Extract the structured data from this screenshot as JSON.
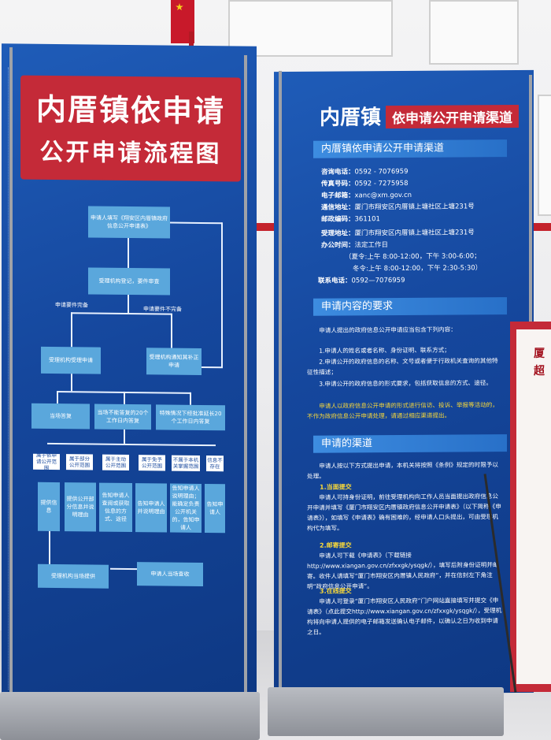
{
  "left_banner": {
    "title_line1": "内厝镇依申请",
    "title_line2": "公开申请流程图",
    "flow": {
      "step1": "申请人填写《翔安区内厝镇政府信息公开申请表》",
      "step2": "受理机构登记，要件审查",
      "branch_ok": "申请要件完备",
      "branch_bad": "申请要件不完备",
      "step3a": "受理机构受理申请",
      "step3b": "受理机构通知其补正申请",
      "reply1": "当场答复",
      "reply2": "当场不能答复的20个工作日内答复",
      "reply3": "特殊情况下经批准延长20个工作日内答复",
      "cats": [
        "属于依申请公开范围",
        "属于部分公开范围",
        "属于主动公开范围",
        "属于免予公开范围",
        "不属于本机关掌握范围",
        "信息不存在"
      ],
      "results": [
        "提供信息",
        "提供公开部分信息并说明理由",
        "告知申请人查阅或获取信息的方式、途径",
        "告知申请人并说明理由",
        "告知申请人说明理由；能确定负责公开机关的，告知申请人",
        "告知申请人"
      ],
      "final1": "受理机构当场提供",
      "final2": "申请人当场查收"
    }
  },
  "right_banner": {
    "header_black": "内厝镇",
    "header_red": "依申请公开申请渠道",
    "section1": "内厝镇依申请公开申请渠道",
    "info": [
      {
        "key": "咨询电话：",
        "val": "0592 - 7076959"
      },
      {
        "key": "传真号码：",
        "val": "0592 - 7275958"
      },
      {
        "key": "电子邮箱：",
        "val": "xanc@xm.gov.cn"
      },
      {
        "key": "通信地址：",
        "val": "厦门市翔安区内厝镇上塘社区上塘231号"
      },
      {
        "key": "邮政编码：",
        "val": "361101"
      },
      {
        "key": "受理地址：",
        "val": "厦门市翔安区内厝镇上塘社区上塘231号"
      },
      {
        "key": "办公时间：",
        "val": "法定工作日"
      }
    ],
    "hours1": "（夏令:上午 8:00-12:00，下午  3:00-6:00；",
    "hours2": "冬令:上午 8:00-12:00，下午  2:30-5:30）",
    "contact_key": "联系电话：",
    "contact_val": "0592—7076959",
    "section2": "申请内容的要求",
    "req_intro": "申请人提出的政府信息公开申请应当包含下列内容：",
    "req1": "1.申请人的姓名或者名称、身份证明、联系方式；",
    "req2": "2.申请公开的政府信息的名称、文号或者便于行政机关查询的其他特征性描述；",
    "req3": "3.申请公开的政府信息的形式要求，包括获取信息的方式、途径。",
    "req_warn": "申请人以政府信息公开申请的形式进行信访、投诉、举报等活动的，不作为政府信息公开申请处理，请通过相应渠道提出。",
    "section3": "申请的渠道",
    "ch_intro": "申请人按以下方式提出申请，本机关将按照《条例》规定的时限予以处理。",
    "ch1_title": "1.当面提交",
    "ch1_text": "申请人可持身份证明，前往受理机构向工作人员当面提出政府信息公开申请并填写《厦门市翔安区内厝镇政府信息公开申请表》（以下简称《申请表》），如填写《申请表》确有困难的，经申请人口头提出，可由受理机构代为填写。",
    "ch2_title": "2.邮寄提交",
    "ch2_text": "申请人可下载《申请表》（下载链接http://www.xiangan.gov.cn/zfxxgk/ysqgk/），填写后附身份证明并邮寄。收件人请填写“厦门市翔安区内厝镇人民政府”，并在信封左下角注明“政府信息公开申请”。",
    "ch3_title": "3.在线提交",
    "ch3_text": "申请人可登录“厦门市翔安区人民政府”门户网站直接填写并提交《申请表》（点此提交http://www.xiangan.gov.cn/zfxxgk/ysqgk/），受理机构将向申请人提供的电子邮箱发送确认电子邮件，以确认之日为收到申请之日。"
  },
  "edge_banner": {
    "line1": "厦",
    "line2": "超"
  },
  "colors": {
    "banner_blue": "#15479d",
    "title_red": "#c42a38",
    "flow_box": "#5aa7dc",
    "warning_yellow": "#f6d73a"
  }
}
